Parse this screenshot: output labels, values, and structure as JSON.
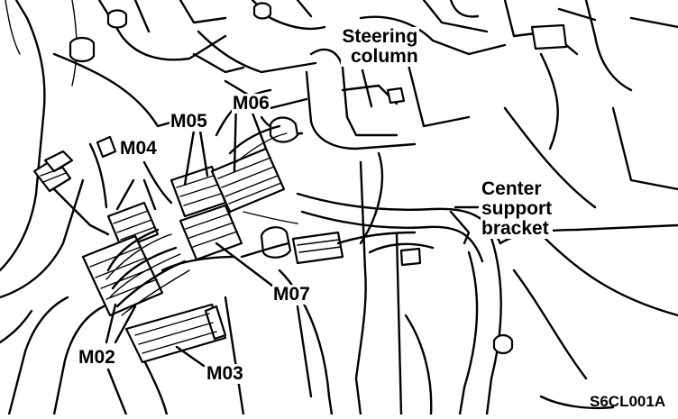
{
  "diagram": {
    "labels": {
      "steering_column_line1": "Steering",
      "steering_column_line2": "column",
      "center_line1": "Center",
      "center_line2": "support",
      "center_line3": "bracket",
      "m02": "M02",
      "m03": "M03",
      "m04": "M04",
      "m05": "M05",
      "m06": "M06",
      "m07": "M07"
    },
    "figure_code": "S6CL001A"
  }
}
